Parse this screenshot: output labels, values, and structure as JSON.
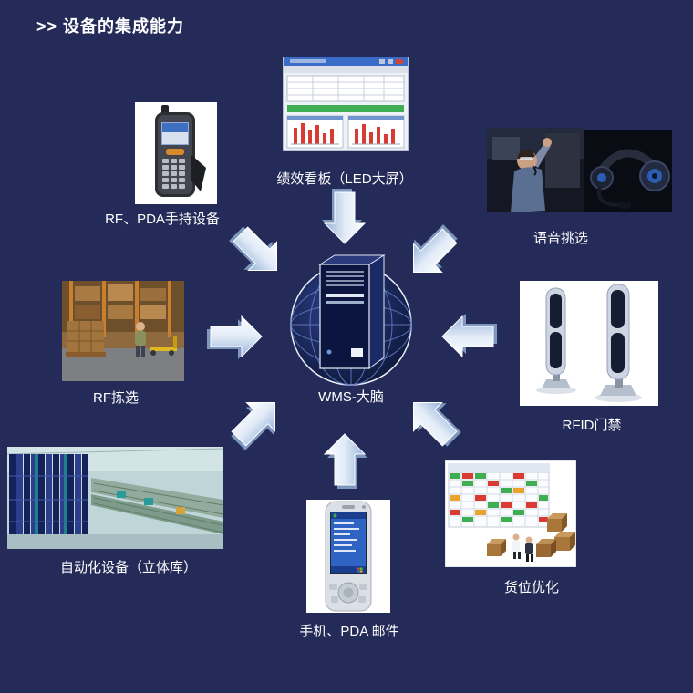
{
  "page": {
    "title": ">> 设备的集成能力",
    "background_color": "#242b58",
    "text_color": "#ffffff"
  },
  "center": {
    "label": "WMS-大脑"
  },
  "nodes": [
    {
      "id": "rf-pda-handheld",
      "label": "RF、PDA手持设备",
      "position": "top-left"
    },
    {
      "id": "performance-dashboard",
      "label": "绩效看板（LED大屏）",
      "position": "top"
    },
    {
      "id": "voice-picking",
      "label": "语音挑选",
      "position": "top-right"
    },
    {
      "id": "rf-picking",
      "label": "RF拣选",
      "position": "left"
    },
    {
      "id": "rfid-access",
      "label": "RFID门禁",
      "position": "right"
    },
    {
      "id": "automated-warehouse",
      "label": "自动化设备（立体库）",
      "position": "bottom-left"
    },
    {
      "id": "mobile-pda-mail",
      "label": "手机、PDA 邮件",
      "position": "bottom"
    },
    {
      "id": "slotting-optimization",
      "label": "货位优化",
      "position": "bottom-right"
    }
  ],
  "arrows": {
    "direction": "inward-to-center",
    "color": "#c8daf0",
    "count": 8
  }
}
